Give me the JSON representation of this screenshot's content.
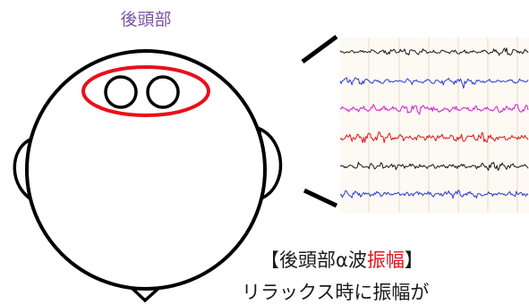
{
  "region_label": "後頭部",
  "caption": {
    "line1": {
      "open_bracket": "【",
      "lead": "後頭部α波",
      "highlight": "振幅",
      "close_bracket": "】"
    },
    "line2": "リラックス時に振幅が"
  },
  "colors": {
    "region_label": "#7b52a8",
    "region_ring": "#e8101a",
    "highlight": "#e8101a",
    "trace_colors": [
      "#1a1a1a",
      "#2b3bd6",
      "#d21fd6",
      "#e0161c",
      "#1a1a1a",
      "#2b3bd6"
    ]
  }
}
